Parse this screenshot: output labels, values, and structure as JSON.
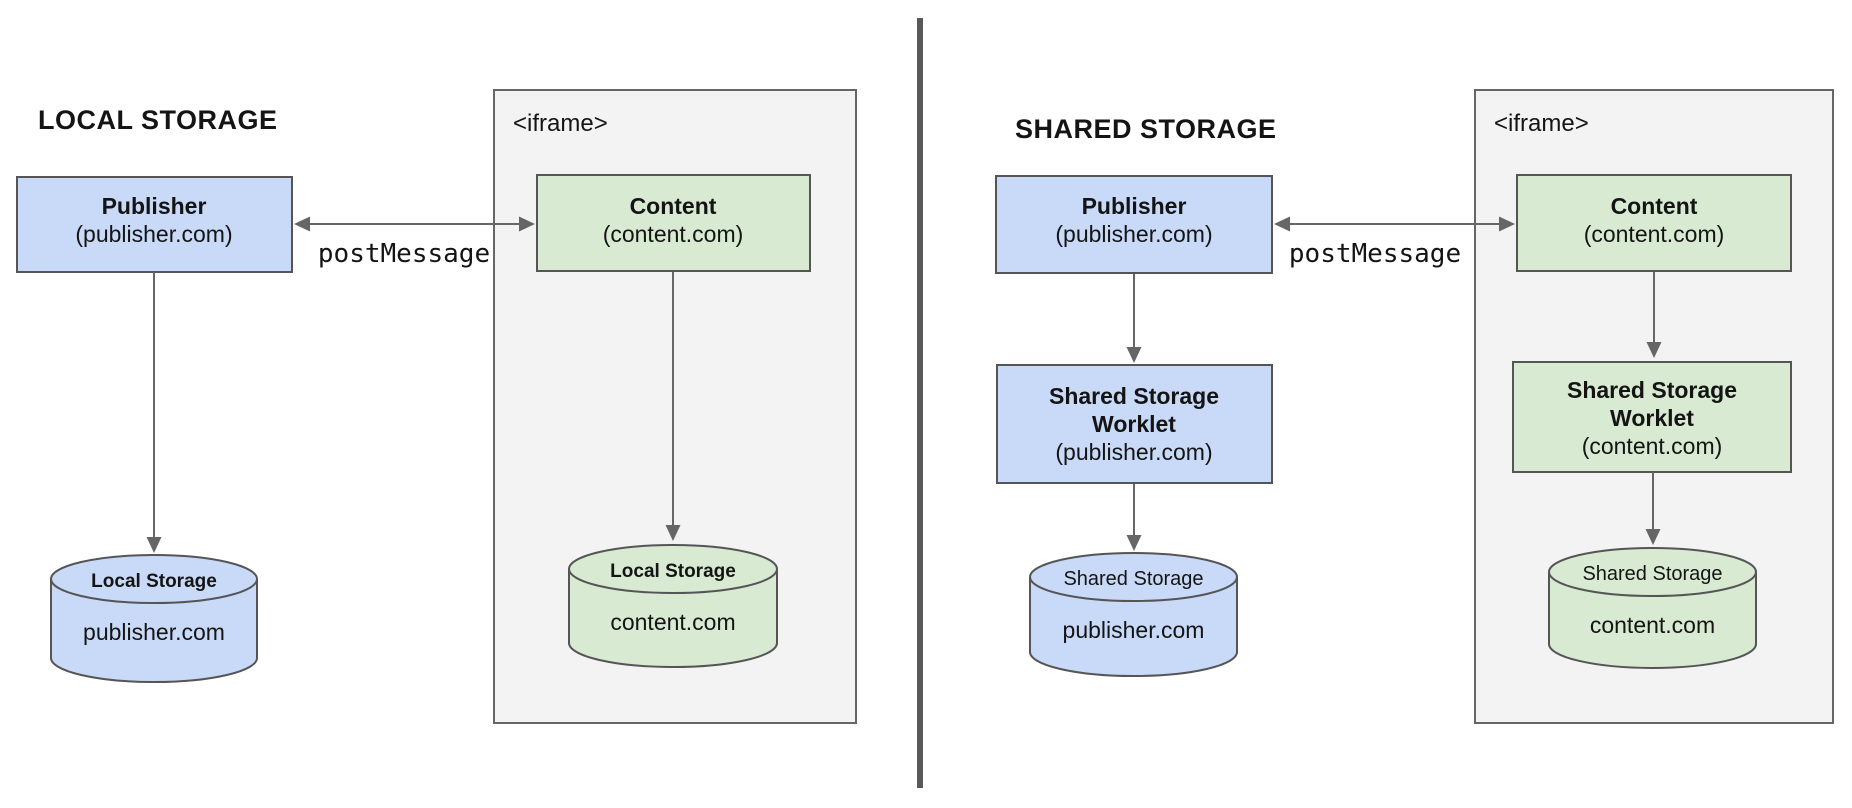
{
  "colors": {
    "publisher_fill": "#c9daf8",
    "content_fill": "#d9ead3",
    "iframe_fill": "#f3f3f3",
    "box_border": "#555555",
    "frame_border": "#666666",
    "arrow": "#666666",
    "divider": "#595959"
  },
  "left": {
    "title": "LOCAL STORAGE",
    "post_message_label": "postMessage",
    "iframe_label": "<iframe>",
    "publisher_box": {
      "name": "Publisher",
      "domain": "(publisher.com)"
    },
    "content_box": {
      "name": "Content",
      "domain": "(content.com)"
    },
    "publisher_storage": {
      "label": "Local Storage",
      "origin": "publisher.com"
    },
    "content_storage": {
      "label": "Local Storage",
      "origin": "content.com"
    }
  },
  "right": {
    "title": "SHARED STORAGE",
    "post_message_label": "postMessage",
    "iframe_label": "<iframe>",
    "publisher_box": {
      "name": "Publisher",
      "domain": "(publisher.com)"
    },
    "content_box": {
      "name": "Content",
      "domain": "(content.com)"
    },
    "publisher_worklet": {
      "line1": "Shared Storage",
      "line2": "Worklet",
      "domain": "(publisher.com)"
    },
    "content_worklet": {
      "line1": "Shared Storage",
      "line2": "Worklet",
      "domain": "(content.com)"
    },
    "publisher_storage": {
      "label": "Shared Storage",
      "origin": "publisher.com"
    },
    "content_storage": {
      "label": "Shared Storage",
      "origin": "content.com"
    }
  }
}
